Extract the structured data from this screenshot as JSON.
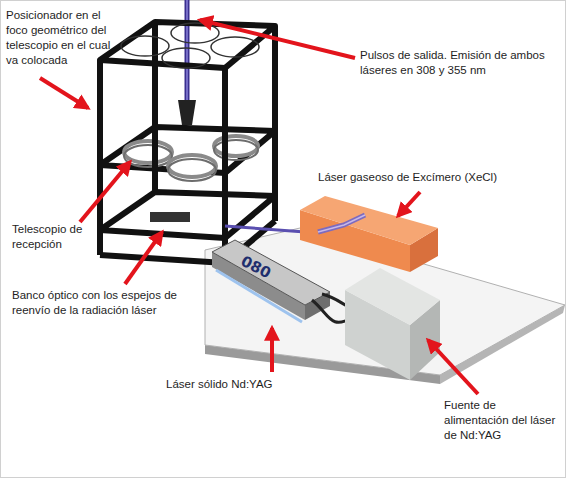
{
  "diagram": {
    "labels": [
      "Posicionador en el foco geométrico del telescopio en el cual va colocada",
      "Pulsos de salida. Emisión de ambos láseres en 308 y 355 nm",
      "Láser gaseoso de Excímero (XeCl)",
      "Telescopio de recepción",
      "Banco óptico con los espejos de reenvío de la radiación láser",
      "Láser sólido Nd:YAG",
      "Fuente de alimentación del láser de Nd:YAG",
      "080"
    ]
  }
}
